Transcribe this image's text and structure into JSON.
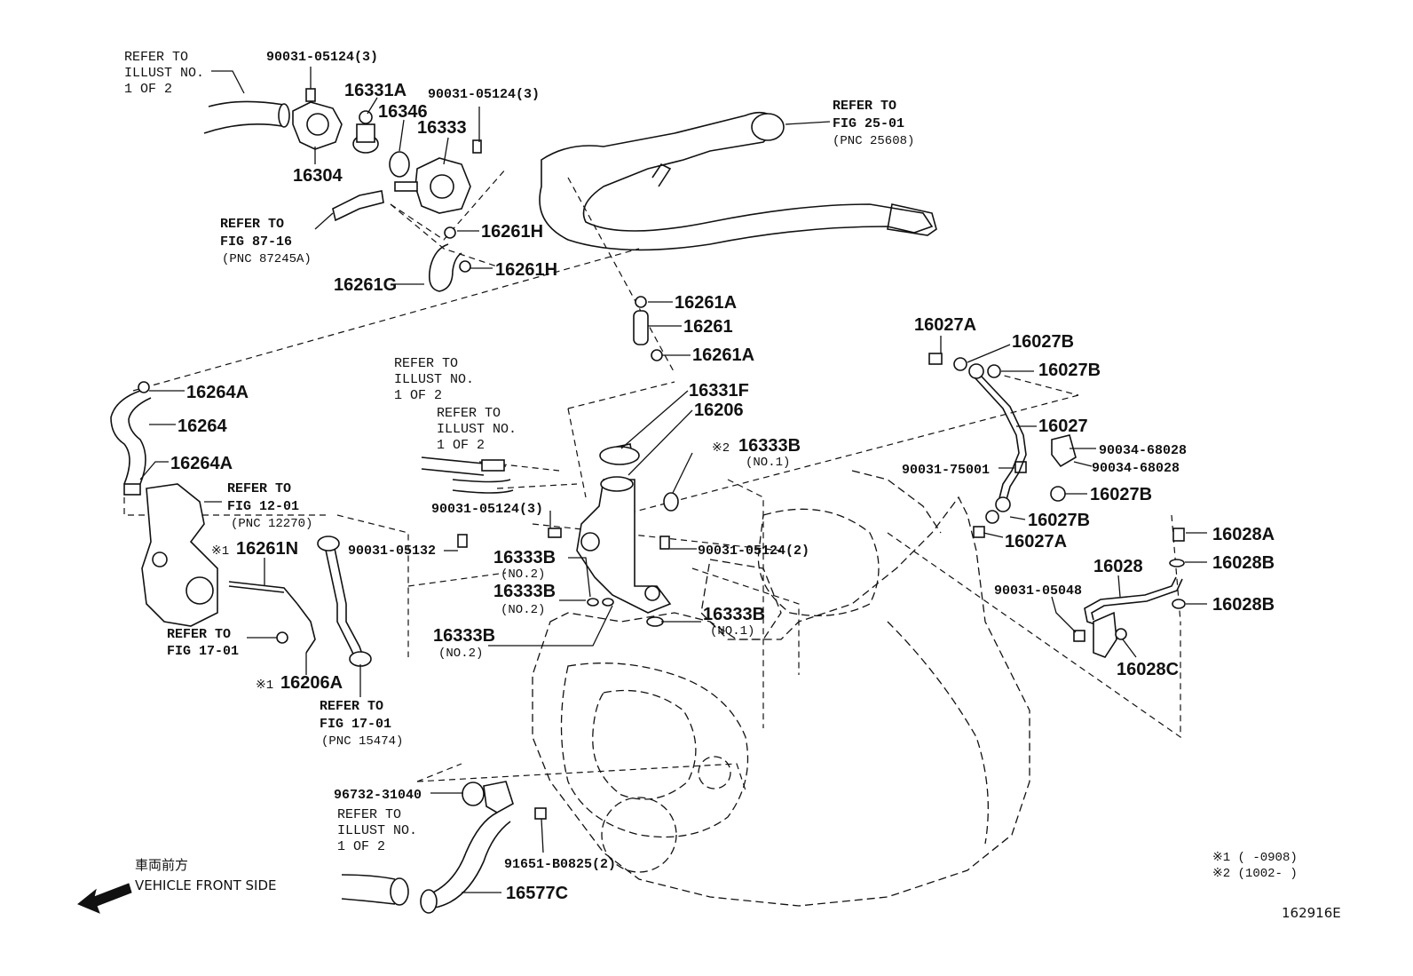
{
  "diagram_id": "162916E",
  "legend": {
    "note1": "※1 (    -0908)",
    "note2": "※2 (1002-    )"
  },
  "vehicle_front": {
    "jp": "車両前方",
    "en": "VEHICLE FRONT SIDE"
  },
  "refs": {
    "illust_top_left": [
      "REFER TO",
      "ILLUST NO.",
      "1 OF 2"
    ],
    "fig_25_01": [
      "REFER TO",
      "FIG 25-01",
      "(PNC 25608)"
    ],
    "fig_87_16": [
      "REFER TO",
      "FIG 87-16",
      "(PNC 87245A)"
    ],
    "illust_mid_a": [
      "REFER TO",
      "ILLUST NO.",
      "1 OF 2"
    ],
    "illust_mid_b": [
      "REFER TO",
      "ILLUST NO.",
      "1 OF 2"
    ],
    "fig_12_01": [
      "REFER TO",
      "FIG 12-01",
      "(PNC 12270)"
    ],
    "fig_17_01_a": [
      "REFER TO",
      "FIG 17-01"
    ],
    "fig_17_01_b": [
      "REFER TO",
      "FIG 17-01",
      "(PNC 15474)"
    ],
    "illust_bottom": [
      "REFER TO",
      "ILLUST NO.",
      "1 OF 2"
    ]
  },
  "parts": {
    "p90031_05124_3_a": "90031-05124(3)",
    "p16331A": "16331A",
    "p16346": "16346",
    "p90031_05124_3_b": "90031-05124(3)",
    "p16333": "16333",
    "p16304": "16304",
    "p16261H_a": "16261H",
    "p16261H_b": "16261H",
    "p16261G": "16261G",
    "p16261A_a": "16261A",
    "p16261": "16261",
    "p16261A_b": "16261A",
    "p16264A_a": "16264A",
    "p16264": "16264",
    "p16264A_b": "16264A",
    "p16331F": "16331F",
    "p16206": "16206",
    "p16333B_no1_a": "16333B",
    "p16333B_no1_a_sub": "(NO.1)",
    "p16333B_no1_a_mark": "※2",
    "p90031_05124_3_c": "90031-05124(3)",
    "p90031_05132": "90031-05132",
    "p16333B_no2_a": "16333B",
    "p16333B_no2_a_sub": "(NO.2)",
    "p16333B_no2_b": "16333B",
    "p16333B_no2_b_sub": "(NO.2)",
    "p16333B_no2_c": "16333B",
    "p16333B_no2_c_sub": "(NO.2)",
    "p90031_05124_2": "90031-05124(2)",
    "p16333B_no1_b": "16333B",
    "p16333B_no1_b_sub": "(NO.1)",
    "p16261N": "16261N",
    "p16261N_mark": "※1",
    "p16206A": "16206A",
    "p16206A_mark": "※1",
    "p16027A_a": "16027A",
    "p16027B_a": "16027B",
    "p16027B_b": "16027B",
    "p16027": "16027",
    "p90034_68028_a": "90034-68028",
    "p90034_68028_b": "90034-68028",
    "p90031_75001": "90031-75001",
    "p16027B_c": "16027B",
    "p16027B_d": "16027B",
    "p16027A_b": "16027A",
    "p16028A": "16028A",
    "p16028": "16028",
    "p16028B_a": "16028B",
    "p90031_05048": "90031-05048",
    "p16028B_b": "16028B",
    "p16028C": "16028C",
    "p96732_31040": "96732-31040",
    "p91651_B0825_2": "91651-B0825(2)",
    "p16577C": "16577C"
  }
}
